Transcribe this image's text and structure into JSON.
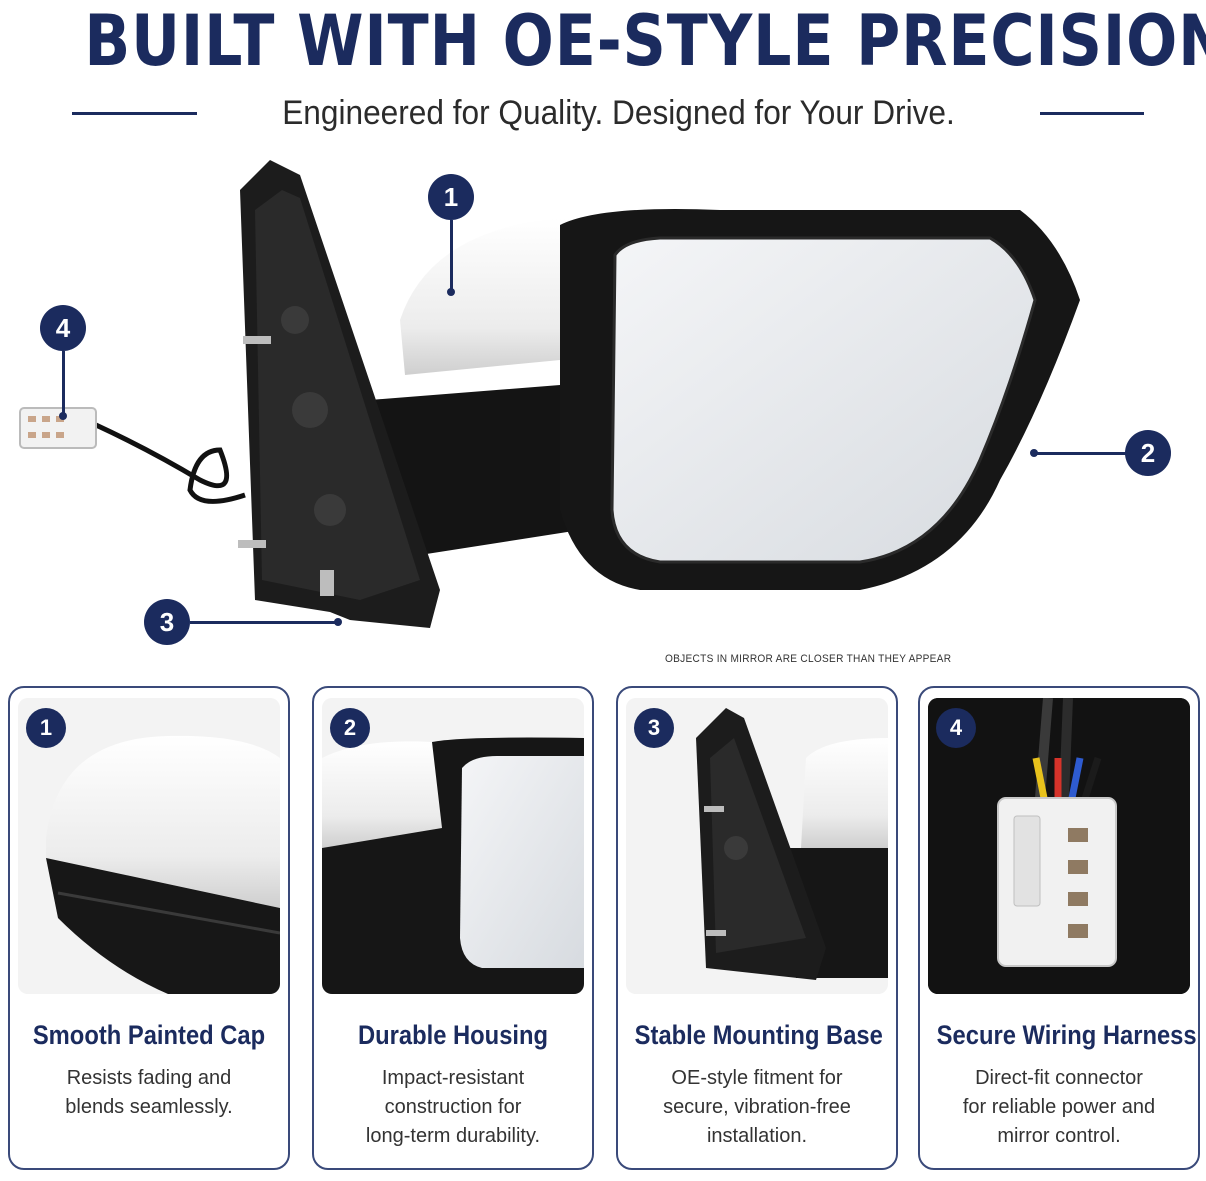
{
  "header": {
    "title": "BUILT WITH OE-STYLE PRECISION",
    "subtitle": "Engineered for Quality. Designed for Your Drive."
  },
  "hero": {
    "callouts": [
      "1",
      "2",
      "3",
      "4"
    ],
    "mirror_warning": "OBJECTS IN MIRROR ARE CLOSER THAN THEY APPEAR"
  },
  "cards": [
    {
      "number": "1",
      "title": "Smooth Painted Cap",
      "lines": [
        "Resists fading and",
        "blends seamlessly."
      ]
    },
    {
      "number": "2",
      "title": "Durable Housing",
      "lines": [
        "Impact-resistant",
        "construction for",
        "long-term durability."
      ]
    },
    {
      "number": "3",
      "title": "Stable Mounting Base",
      "lines": [
        "OE-style fitment for",
        "secure, vibration-free",
        "installation."
      ]
    },
    {
      "number": "4",
      "title": "Secure Wiring Harness",
      "lines": [
        "Direct-fit connector",
        "for reliable power and",
        "mirror control."
      ]
    }
  ],
  "colors": {
    "navy": "#1b2b5e",
    "housing": "#1a1a1a",
    "cap": "#f5f5f5",
    "glass": "#dfe3e8"
  },
  "icons": [
    "number-badge-icon",
    "leader-line-icon"
  ]
}
